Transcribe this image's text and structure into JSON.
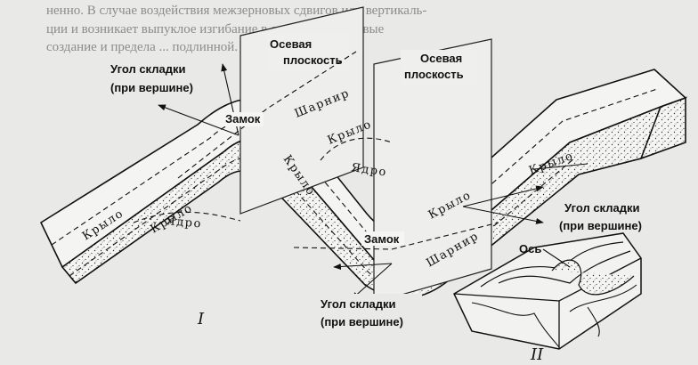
{
  "background_text": [
    "ненно. В случае воздействия межзерновых сдвигов или вертикаль-",
    "ции и возникает выпуклое изгибание в сторону. Пологовые",
    "создание и предела ... подлинной."
  ],
  "labels": {
    "axial_plane_1": [
      "Осевая",
      "плоскость"
    ],
    "axial_plane_2": [
      "Осевая",
      "плоскость"
    ],
    "fold_angle_top": [
      "Угол складки",
      "(при вершине)"
    ],
    "fold_angle_right": [
      "Угол складки",
      "(при вершине)"
    ],
    "fold_angle_bottom": [
      "Угол складки",
      "(при вершине)"
    ],
    "lock_top": "Замок",
    "lock_bottom": "Замок",
    "hinge_top": "Шарнир",
    "hinge_bottom": "Шарнир",
    "wing_left_outer": "Крыло",
    "wing_left_inner": "Крыло",
    "wing_middle": "Крыло",
    "wing_lower": "Крыло",
    "wing_upper": "Крыло",
    "wing_right": "Крыло",
    "core_left": "Ядро",
    "core_middle": "Ядро",
    "axis": "Ось"
  },
  "figure_numbers": {
    "main": "I",
    "inset": "II"
  },
  "colors": {
    "paper": "#e9e9e7",
    "ink": "#111111",
    "stipple": "#333333"
  }
}
